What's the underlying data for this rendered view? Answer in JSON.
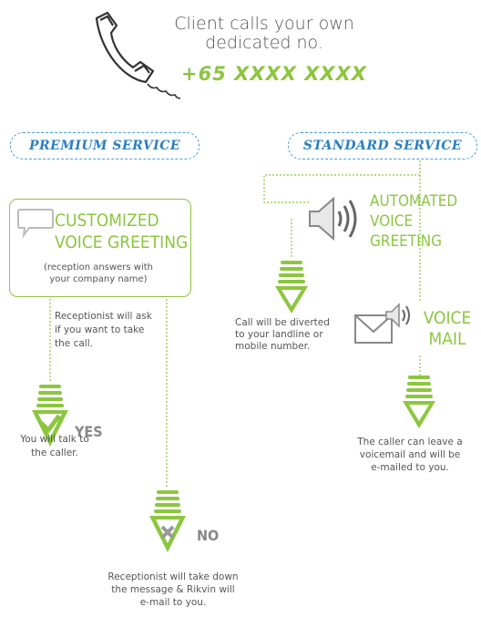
{
  "header": {
    "line1": "Client calls your own",
    "line2": "dedicated no.",
    "phone_number": "+65 XXXX XXXX"
  },
  "premium": {
    "label": "PREMIUM SERVICE",
    "greeting_line1": "CUSTOMIZED",
    "greeting_line2": "VOICE GREETING",
    "note_line1": "(reception answers with",
    "note_line2": "your company name)",
    "ask_line1": "Receptionist will ask",
    "ask_line2": "if you want to take",
    "ask_line3": "the call.",
    "yes_label": "YES",
    "yes_line1": "You will talk to",
    "yes_line2": "the caller.",
    "no_label": "NO",
    "no_line1": "Receptionist will take down",
    "no_line2": "the message & Rikvin will",
    "no_line3": "e-mail to you."
  },
  "standard": {
    "label": "STANDARD SERVICE",
    "greeting_line1": "AUTOMATED",
    "greeting_line2": "VOICE GREETING",
    "divert_line1": "Call will be diverted",
    "divert_line2": "to your landline or",
    "divert_line3": "mobile number.",
    "vm_line1": "VOICE",
    "vm_line2": "MAIL",
    "vm_text_line1": "The caller can leave a",
    "vm_text_line2": "voicemail and will be",
    "vm_text_line3": "e-mailed to you."
  },
  "colors": {
    "green": "#8cc63f",
    "blue": "#2a7fc0",
    "grey": "#888888"
  },
  "icons": [
    "telephone-icon",
    "speech-bubble-icon",
    "speaker-icon",
    "envelope-speaker-icon",
    "down-arrow-icon",
    "check-icon",
    "cross-icon"
  ]
}
